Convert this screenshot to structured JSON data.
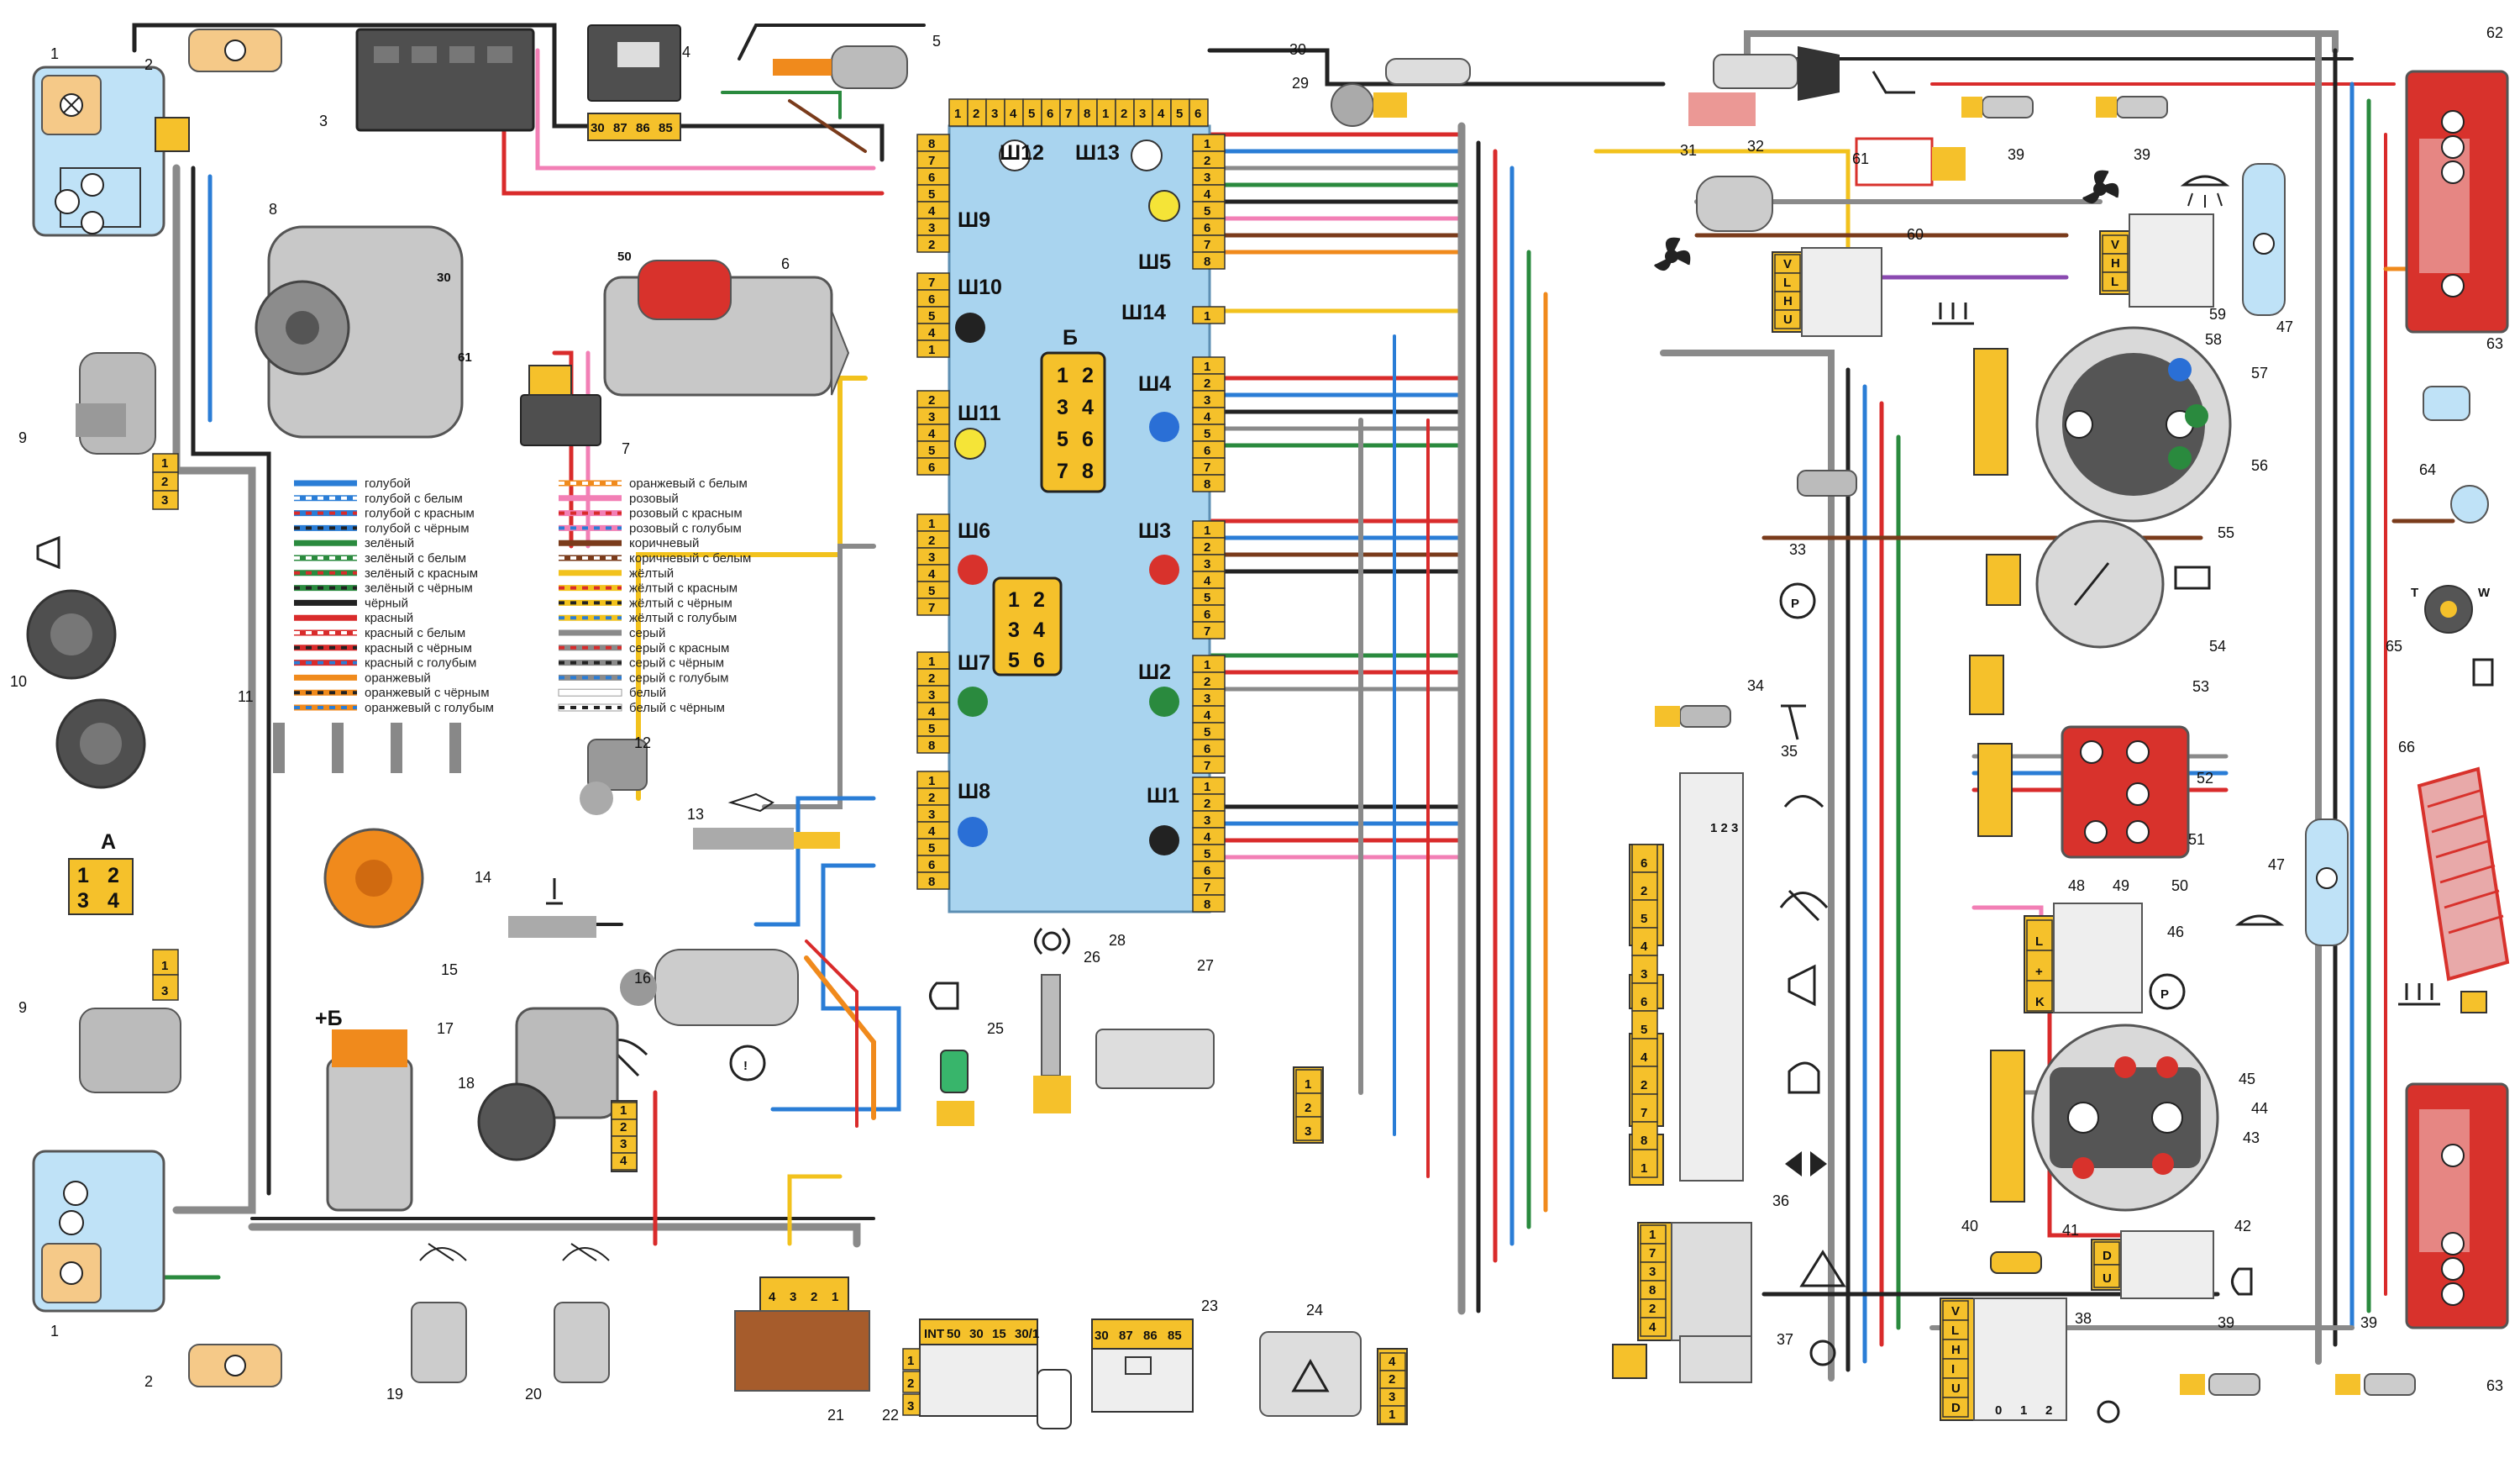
{
  "block": {
    "label": "28",
    "left_pins_top": [
      "8",
      "7",
      "6",
      "5",
      "4",
      "3",
      "2"
    ],
    "top_pins": [
      "1",
      "2",
      "3",
      "4",
      "5",
      "6",
      "7",
      "8",
      "1",
      "2",
      "3",
      "4",
      "5",
      "6"
    ],
    "connectors_left": [
      "Ш12",
      "Ш9",
      "Ш10",
      "Ш11",
      "Ш6",
      "Ш7",
      "Ш8"
    ],
    "connectors_right": [
      "Ш13",
      "Ш5",
      "Ш14",
      "Ш4",
      "Ш3",
      "Ш2",
      "Ш1"
    ],
    "sub_b": "Б",
    "sub_b_pins": [
      "1",
      "2",
      "3",
      "4",
      "5",
      "6",
      "7",
      "8"
    ],
    "sub_a_pins": [
      "1",
      "2",
      "3",
      "4",
      "5",
      "6"
    ]
  },
  "components": {
    "c1": "1",
    "c2": "2",
    "c3": "3",
    "c4": "4",
    "c5": "5",
    "c6": "6",
    "c7": "7",
    "c8": "8",
    "c9": "9",
    "c10": "10",
    "c11": "11",
    "c12": "12",
    "c13": "13",
    "c14": "14",
    "c15": "15",
    "c16": "16",
    "c17": "17",
    "c18": "18",
    "c19": "19",
    "c20": "20",
    "c21": "21",
    "c22": "22",
    "c23": "23",
    "c24": "24",
    "c25": "25",
    "c26": "26",
    "c27": "27",
    "c29": "29",
    "c30": "30",
    "c31": "31",
    "c32": "32",
    "c33": "33",
    "c34": "34",
    "c35": "35",
    "c36": "36",
    "c37": "37",
    "c38": "38",
    "c39": "39",
    "c40": "40",
    "c41": "41",
    "c42": "42",
    "c43": "43",
    "c44": "44",
    "c45": "45",
    "c46": "46",
    "c47": "47",
    "c48": "48",
    "c49": "49",
    "c50": "50",
    "c51": "51",
    "c52": "52",
    "c53": "53",
    "c54": "54",
    "c55": "55",
    "c56": "56",
    "c57": "57",
    "c58": "58",
    "c59": "59",
    "c60": "60",
    "c61": "61",
    "c62": "62",
    "c63": "63",
    "c64": "64",
    "c65": "65",
    "c66": "66"
  },
  "relay_pins": [
    "30",
    "87",
    "86",
    "85"
  ],
  "ignition_pins": [
    "INT",
    "50",
    "30",
    "15",
    "30/1"
  ],
  "ignition_rows": [
    "1",
    "2",
    "3"
  ],
  "connector_a": {
    "label": "А",
    "pins": [
      "1",
      "2",
      "3",
      "4"
    ]
  },
  "coil_label": "+Б",
  "wiper_pins": [
    "1",
    "2",
    "3",
    "4"
  ],
  "switch_rows": [
    "1",
    "2",
    "3"
  ],
  "starter_pin": "50",
  "gen_pins": [
    "30",
    "61"
  ],
  "lamp_switch_pins": [
    "V",
    "L",
    "H",
    "U"
  ],
  "lamp_switch_pins2": [
    "V",
    "H",
    "L"
  ],
  "lamp_switch_pins3": [
    "V",
    "L",
    "H",
    "I",
    "U",
    "D"
  ],
  "lamp_switch_scale": [
    "0",
    "1",
    "2"
  ],
  "du_pins": [
    "D",
    "U"
  ],
  "lk_pins": [
    "L",
    "+",
    "K"
  ],
  "tw_labels": [
    "T",
    "W"
  ],
  "switch35_pins": [
    "6",
    "2",
    "5",
    "4",
    "3",
    "6",
    "5",
    "4",
    "2",
    "7",
    "8",
    "1"
  ],
  "switch35_inner": "1 2 3",
  "switch36_pins": [
    "1",
    "7",
    "3",
    "8",
    "2",
    "4"
  ],
  "conn13_pins": [
    "1",
    "2",
    "3"
  ],
  "conn24_pins": [
    "4",
    "2",
    "3",
    "1"
  ],
  "conn21_pins": [
    "4",
    "3",
    "2",
    "1"
  ],
  "conn2_pins": [
    "1",
    "2",
    "3"
  ],
  "legend": {
    "col1": [
      {
        "text": "голубой",
        "c1": "#2a7dd6",
        "c2": ""
      },
      {
        "text": "голубой с белым",
        "c1": "#2a7dd6",
        "c2": "#ffffff"
      },
      {
        "text": "голубой с красным",
        "c1": "#2a7dd6",
        "c2": "#d92b2b"
      },
      {
        "text": "голубой с чёрным",
        "c1": "#2a7dd6",
        "c2": "#222222"
      },
      {
        "text": "зелёный",
        "c1": "#2a8a3e",
        "c2": ""
      },
      {
        "text": "зелёный с белым",
        "c1": "#2a8a3e",
        "c2": "#ffffff"
      },
      {
        "text": "зелёный с красным",
        "c1": "#2a8a3e",
        "c2": "#d92b2b"
      },
      {
        "text": "зелёный с чёрным",
        "c1": "#2a8a3e",
        "c2": "#222222"
      },
      {
        "text": "чёрный",
        "c1": "#222222",
        "c2": ""
      },
      {
        "text": "красный",
        "c1": "#d92b2b",
        "c2": ""
      },
      {
        "text": "красный с белым",
        "c1": "#d92b2b",
        "c2": "#ffffff"
      },
      {
        "text": "красный с чёрным",
        "c1": "#d92b2b",
        "c2": "#222222"
      },
      {
        "text": "красный с голубым",
        "c1": "#d92b2b",
        "c2": "#2a7dd6"
      },
      {
        "text": "оранжевый",
        "c1": "#f08a1c",
        "c2": ""
      },
      {
        "text": "оранжевый с чёрным",
        "c1": "#f08a1c",
        "c2": "#222222"
      },
      {
        "text": "оранжевый с голубым",
        "c1": "#f08a1c",
        "c2": "#2a7dd6"
      }
    ],
    "col2": [
      {
        "text": "оранжевый с белым",
        "c1": "#f08a1c",
        "c2": "#ffffff"
      },
      {
        "text": "розовый",
        "c1": "#f27fb5",
        "c2": ""
      },
      {
        "text": "розовый с красным",
        "c1": "#f27fb5",
        "c2": "#d92b2b"
      },
      {
        "text": "розовый с голубым",
        "c1": "#f27fb5",
        "c2": "#2a7dd6"
      },
      {
        "text": "коричневый",
        "c1": "#7a3b1b",
        "c2": ""
      },
      {
        "text": "коричневый с белым",
        "c1": "#7a3b1b",
        "c2": "#ffffff"
      },
      {
        "text": "жёлтый",
        "c1": "#f2c21d",
        "c2": ""
      },
      {
        "text": "жёлтый с красным",
        "c1": "#f2c21d",
        "c2": "#d92b2b"
      },
      {
        "text": "жёлтый с чёрным",
        "c1": "#f2c21d",
        "c2": "#222222"
      },
      {
        "text": "жёлтый с голубым",
        "c1": "#f2c21d",
        "c2": "#2a7dd6"
      },
      {
        "text": "серый",
        "c1": "#8a8a8a",
        "c2": ""
      },
      {
        "text": "серый с красным",
        "c1": "#8a8a8a",
        "c2": "#d92b2b"
      },
      {
        "text": "серый с чёрным",
        "c1": "#8a8a8a",
        "c2": "#222222"
      },
      {
        "text": "серый с голубым",
        "c1": "#8a8a8a",
        "c2": "#2a7dd6"
      },
      {
        "text": "белый",
        "c1": "#ffffff",
        "c2": ""
      },
      {
        "text": "белый с чёрным",
        "c1": "#ffffff",
        "c2": "#222222"
      }
    ]
  },
  "colors": {
    "block_fill": "#a9d4ef",
    "connector_fill": "#f5c12b",
    "gauge_fill": "#d9d9d9",
    "lamp_red": "#d8322c",
    "headlight_blue": "#bfe2f7",
    "wire_red": "#d92b2b",
    "wire_blue": "#2a7dd6",
    "wire_green": "#2a8a3e",
    "wire_brown": "#7a3b1b",
    "wire_gray": "#8a8a8a",
    "wire_black": "#222222",
    "wire_orange": "#f08a1c",
    "wire_pink": "#f27fb5",
    "wire_yellow": "#f2c21d"
  }
}
